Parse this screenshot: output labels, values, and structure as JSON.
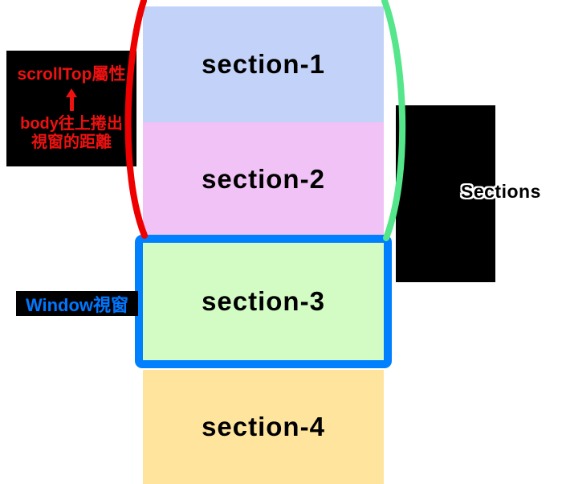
{
  "diagram": {
    "sections": [
      {
        "label": "section-1"
      },
      {
        "label": "section-2"
      },
      {
        "label": "section-3"
      },
      {
        "label": "section-4"
      }
    ],
    "scrolltop_note": {
      "line1": "scrollTop屬性",
      "line2": "body往上捲出",
      "line3": "視窗的距離"
    },
    "window_label": "Window視窗",
    "sections_label": "Sections",
    "colors": {
      "section1": "#c3d2f8",
      "section2": "#f0c2f6",
      "section3": "#d2fcc4",
      "section4": "#ffe49e",
      "window_border": "#0080ff",
      "window_label_text": "#0077ff",
      "note_text_red": "#ee1111",
      "brace_red": "#ee0000",
      "brace_green": "#55e58a",
      "label_box_bg": "#000000",
      "section_text": "#000000"
    }
  }
}
